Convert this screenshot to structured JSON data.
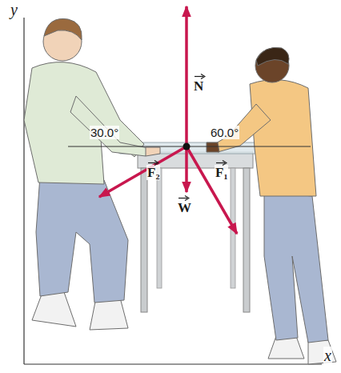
{
  "diagram": {
    "labels": [
      "y",
      "x",
      "N",
      "30.0°",
      "60.0°",
      "F₂",
      "W",
      "F₁"
    ]
  }
}
